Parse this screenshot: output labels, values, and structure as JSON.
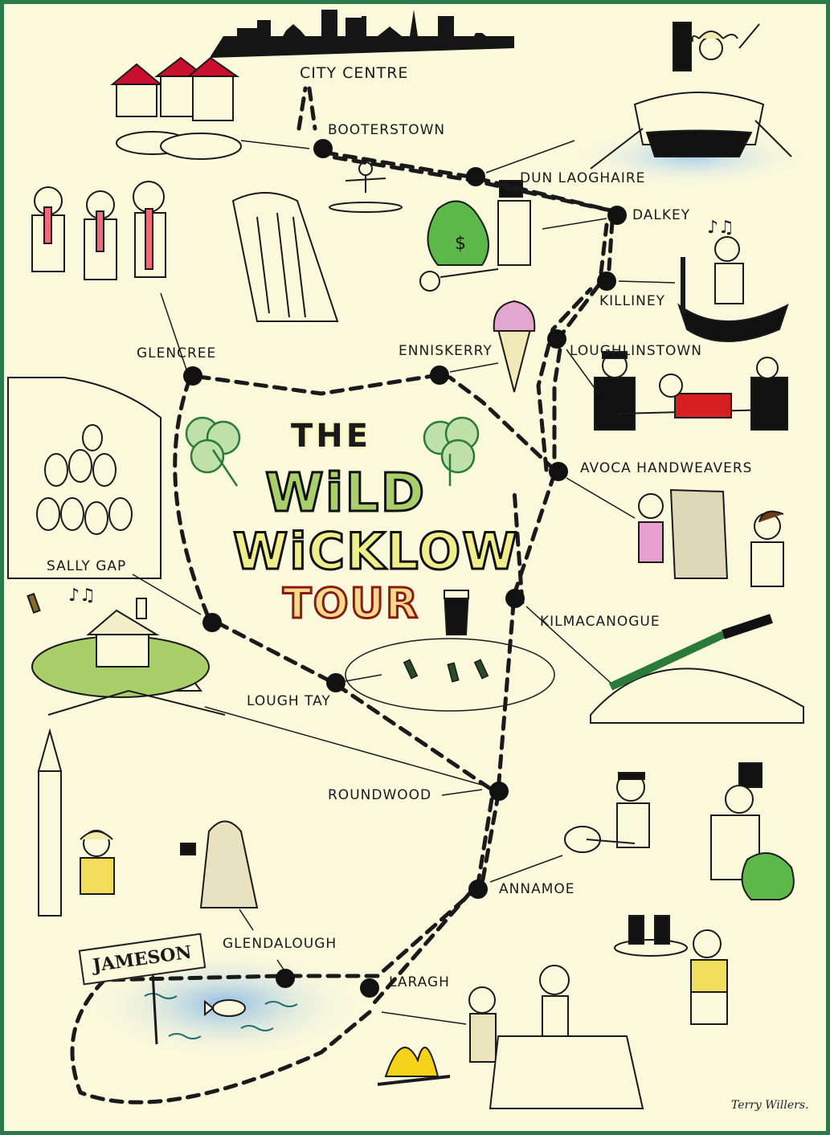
{
  "map": {
    "title": {
      "line1": "THE",
      "line2": "WiLD",
      "line3": "WiCKLOW",
      "line4": "TOUR"
    },
    "colors": {
      "border": "#2a7a4a",
      "background": "#fbf9dc",
      "route": "#1a1a1a",
      "stop": "#111111",
      "shamrock": "#2a7a3a",
      "money_bag": "#5cb848",
      "water": "#9ec9ea",
      "house_roof": "#c8102e",
      "cloud": "#a8cf6a",
      "fire": "#f4d21a"
    },
    "stops": [
      {
        "name": "City Centre",
        "label": "CITY CENTRE"
      },
      {
        "name": "Booterstown",
        "label": "BOOTERSTOWN"
      },
      {
        "name": "Dun Laoghaire",
        "label": "DUN LAOGHAIRE"
      },
      {
        "name": "Dalkey",
        "label": "DALKEY"
      },
      {
        "name": "Killiney",
        "label": "KILLINEY"
      },
      {
        "name": "Loughlinstown",
        "label": "LOUGHLINSTOWN"
      },
      {
        "name": "Enniskerry",
        "label": "ENNISKERRY"
      },
      {
        "name": "Glencree",
        "label": "GLENCREE"
      },
      {
        "name": "Avoca Handweavers",
        "label": "AVOCA HANDWEAVERS"
      },
      {
        "name": "Kilmacanogue",
        "label": "KILMACANOGUE"
      },
      {
        "name": "Sally Gap",
        "label": "SALLY GAP"
      },
      {
        "name": "Lough Tay",
        "label": "LOUGH TAY"
      },
      {
        "name": "Roundwood",
        "label": "ROUNDWOOD"
      },
      {
        "name": "Annamoe",
        "label": "ANNAMOE"
      },
      {
        "name": "Glendalough",
        "label": "GLENDALOUGH"
      },
      {
        "name": "Laragh",
        "label": "LARAGH"
      }
    ],
    "sign_text": "JAMESON",
    "money_symbol": "$",
    "signature": "Terry Willers.",
    "icons": [
      "city-skyline-icon",
      "ship-icon",
      "viking-icon",
      "shamrock-icon",
      "money-bag-icon",
      "ice-cream-icon",
      "gondola-icon",
      "house-icon",
      "cloud-icon",
      "pint-glass-icon",
      "round-tower-icon",
      "campfire-icon",
      "fish-icon",
      "guitar-icon",
      "music-note-icon",
      "bottle-icon",
      "knife-icon"
    ]
  }
}
